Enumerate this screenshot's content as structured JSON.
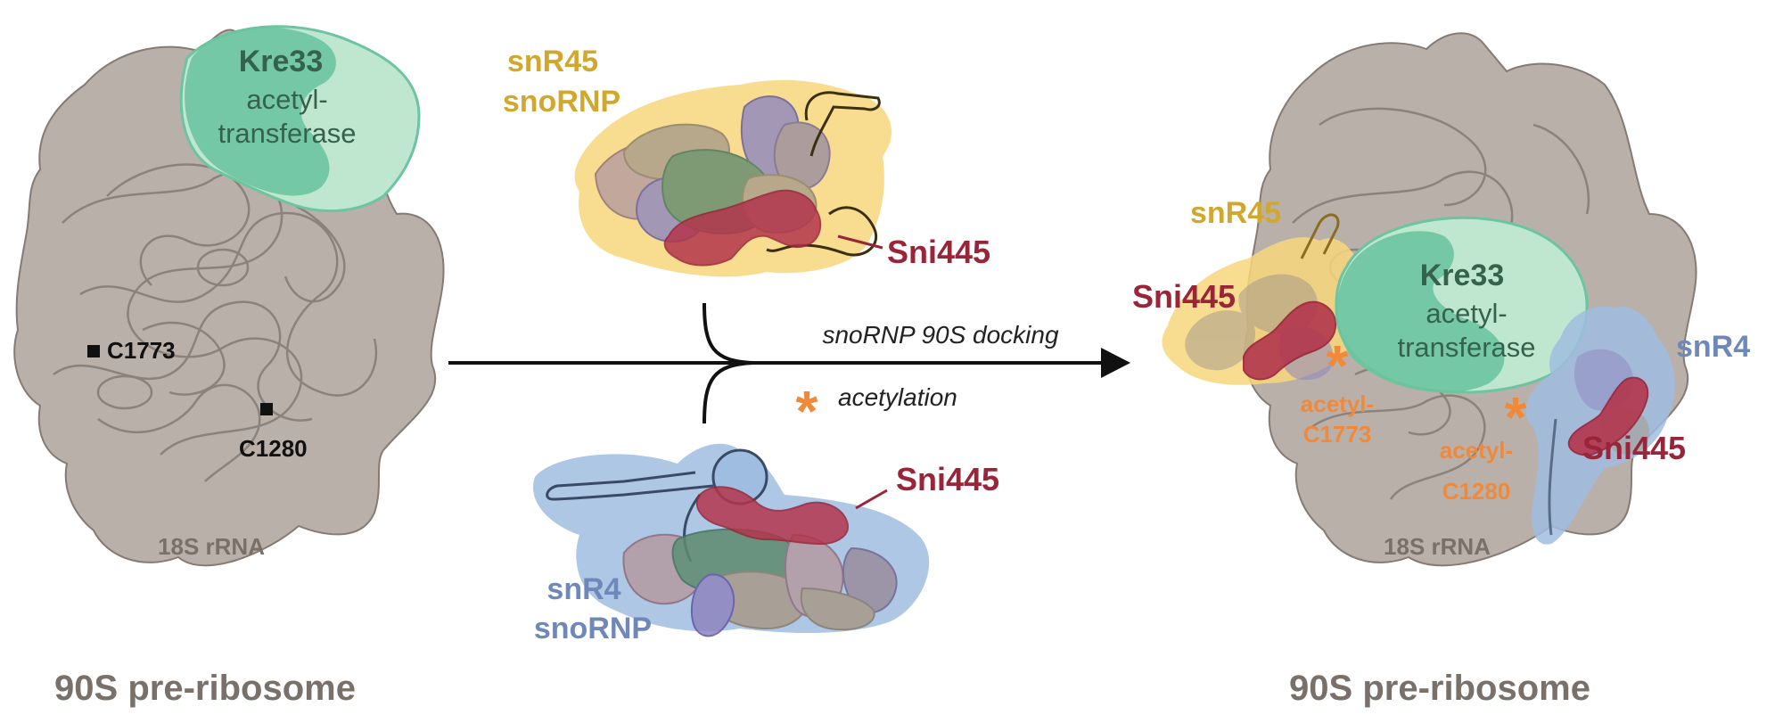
{
  "left_panel": {
    "kre33_name": "Kre33",
    "kre33_line1": "acetyl-",
    "kre33_line2": "transferase",
    "site_a": "C1773",
    "site_b": "C1280",
    "rrna_label": "18S rRNA",
    "title": "90S pre-ribosome"
  },
  "snr45_top": {
    "name_line1": "snR45",
    "name_line2": "snoRNP",
    "sni445": "Sni445"
  },
  "snr4_bottom": {
    "name_line1": "snR4",
    "name_line2": "snoRNP",
    "sni445": "Sni445"
  },
  "arrow": {
    "docking_label": "snoRNP 90S docking",
    "acetylation_label": "acetylation"
  },
  "right_panel": {
    "snr45_label": "snR45",
    "sni445_left": "Sni445",
    "kre33_name": "Kre33",
    "kre33_line1": "acetyl-",
    "kre33_line2": "transferase",
    "snr4_label": "snR4",
    "acetyl_a_line1": "acetyl-",
    "acetyl_a_line2": "C1773",
    "acetyl_b_line1": "acetyl-",
    "acetyl_b_line2": "C1280",
    "sni445_right": "Sni445",
    "rrna_label": "18S rRNA",
    "title": "90S pre-ribosome"
  },
  "colors": {
    "ribosome": "#b9b0aa",
    "ribosome_stroke": "#857a74",
    "kre33": "#6cc4a0",
    "kre33_light": "#bfe6cf",
    "snr45_halo": "#f7d77c",
    "snr4_halo": "#9fbde0",
    "sni445": "#b3364d",
    "gold_text": "#d1a72e",
    "blue_text": "#6e88b9",
    "red_text": "#9a2438",
    "green_text": "#35624a",
    "orange": "#f08a3a",
    "gray_text": "#7a706a"
  }
}
